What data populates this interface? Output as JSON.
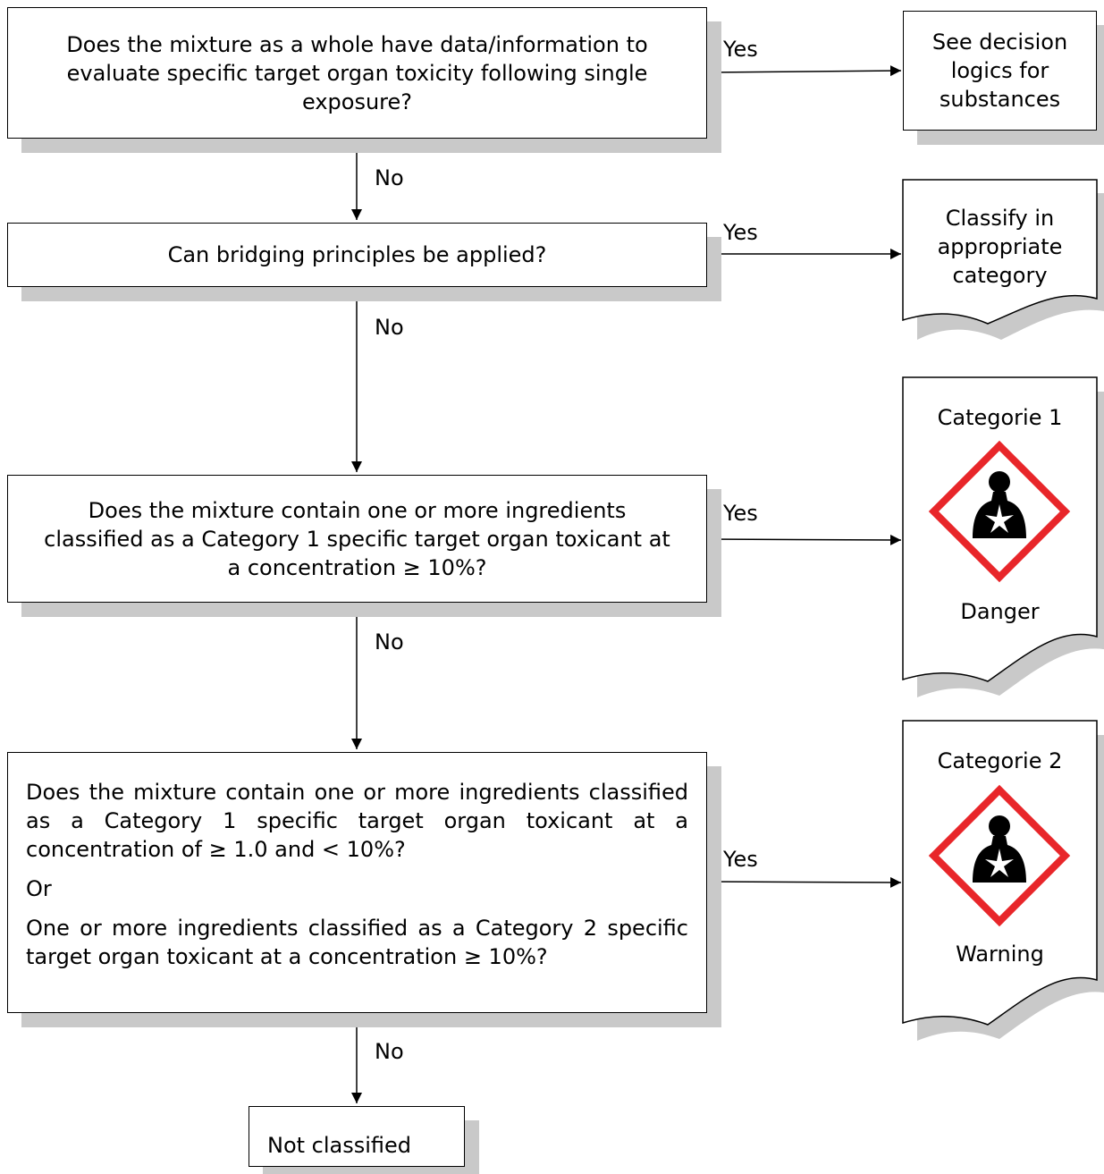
{
  "nodes": {
    "q1": "Does the mixture as a whole have data/information to evaluate specific target organ toxicity following single exposure?",
    "q2": "Can bridging principles be applied?",
    "q3": "Does the mixture contain one or more ingredients classified as a Category 1 specific target organ toxicant at a concentration ≥ 10%?",
    "q4": {
      "part1": "Does the mixture contain one or more ingredients classified as a Category 1 specific target organ toxicant at a concentration of ≥ 1.0 and < 10%?",
      "or": "Or",
      "part2": "One or more ingredients classified as a Category 2 specific target organ toxicant at a concentration ≥ 10%?"
    },
    "end": "Not classified"
  },
  "outcomes": {
    "o1": [
      "See decision",
      "logics for",
      "substances"
    ],
    "o2": [
      "Classify in",
      "appropriate",
      "category"
    ],
    "o3": {
      "category": "Categorie 1",
      "signal": "Danger",
      "pictogram": "health-hazard-icon"
    },
    "o4": {
      "category": "Categorie 2",
      "signal": "Warning",
      "pictogram": "health-hazard-icon"
    }
  },
  "edge_labels": {
    "yes": "Yes",
    "no": "No"
  },
  "colors": {
    "pictogram_border": "#e8262a",
    "shadow": "#c9c9c9"
  }
}
